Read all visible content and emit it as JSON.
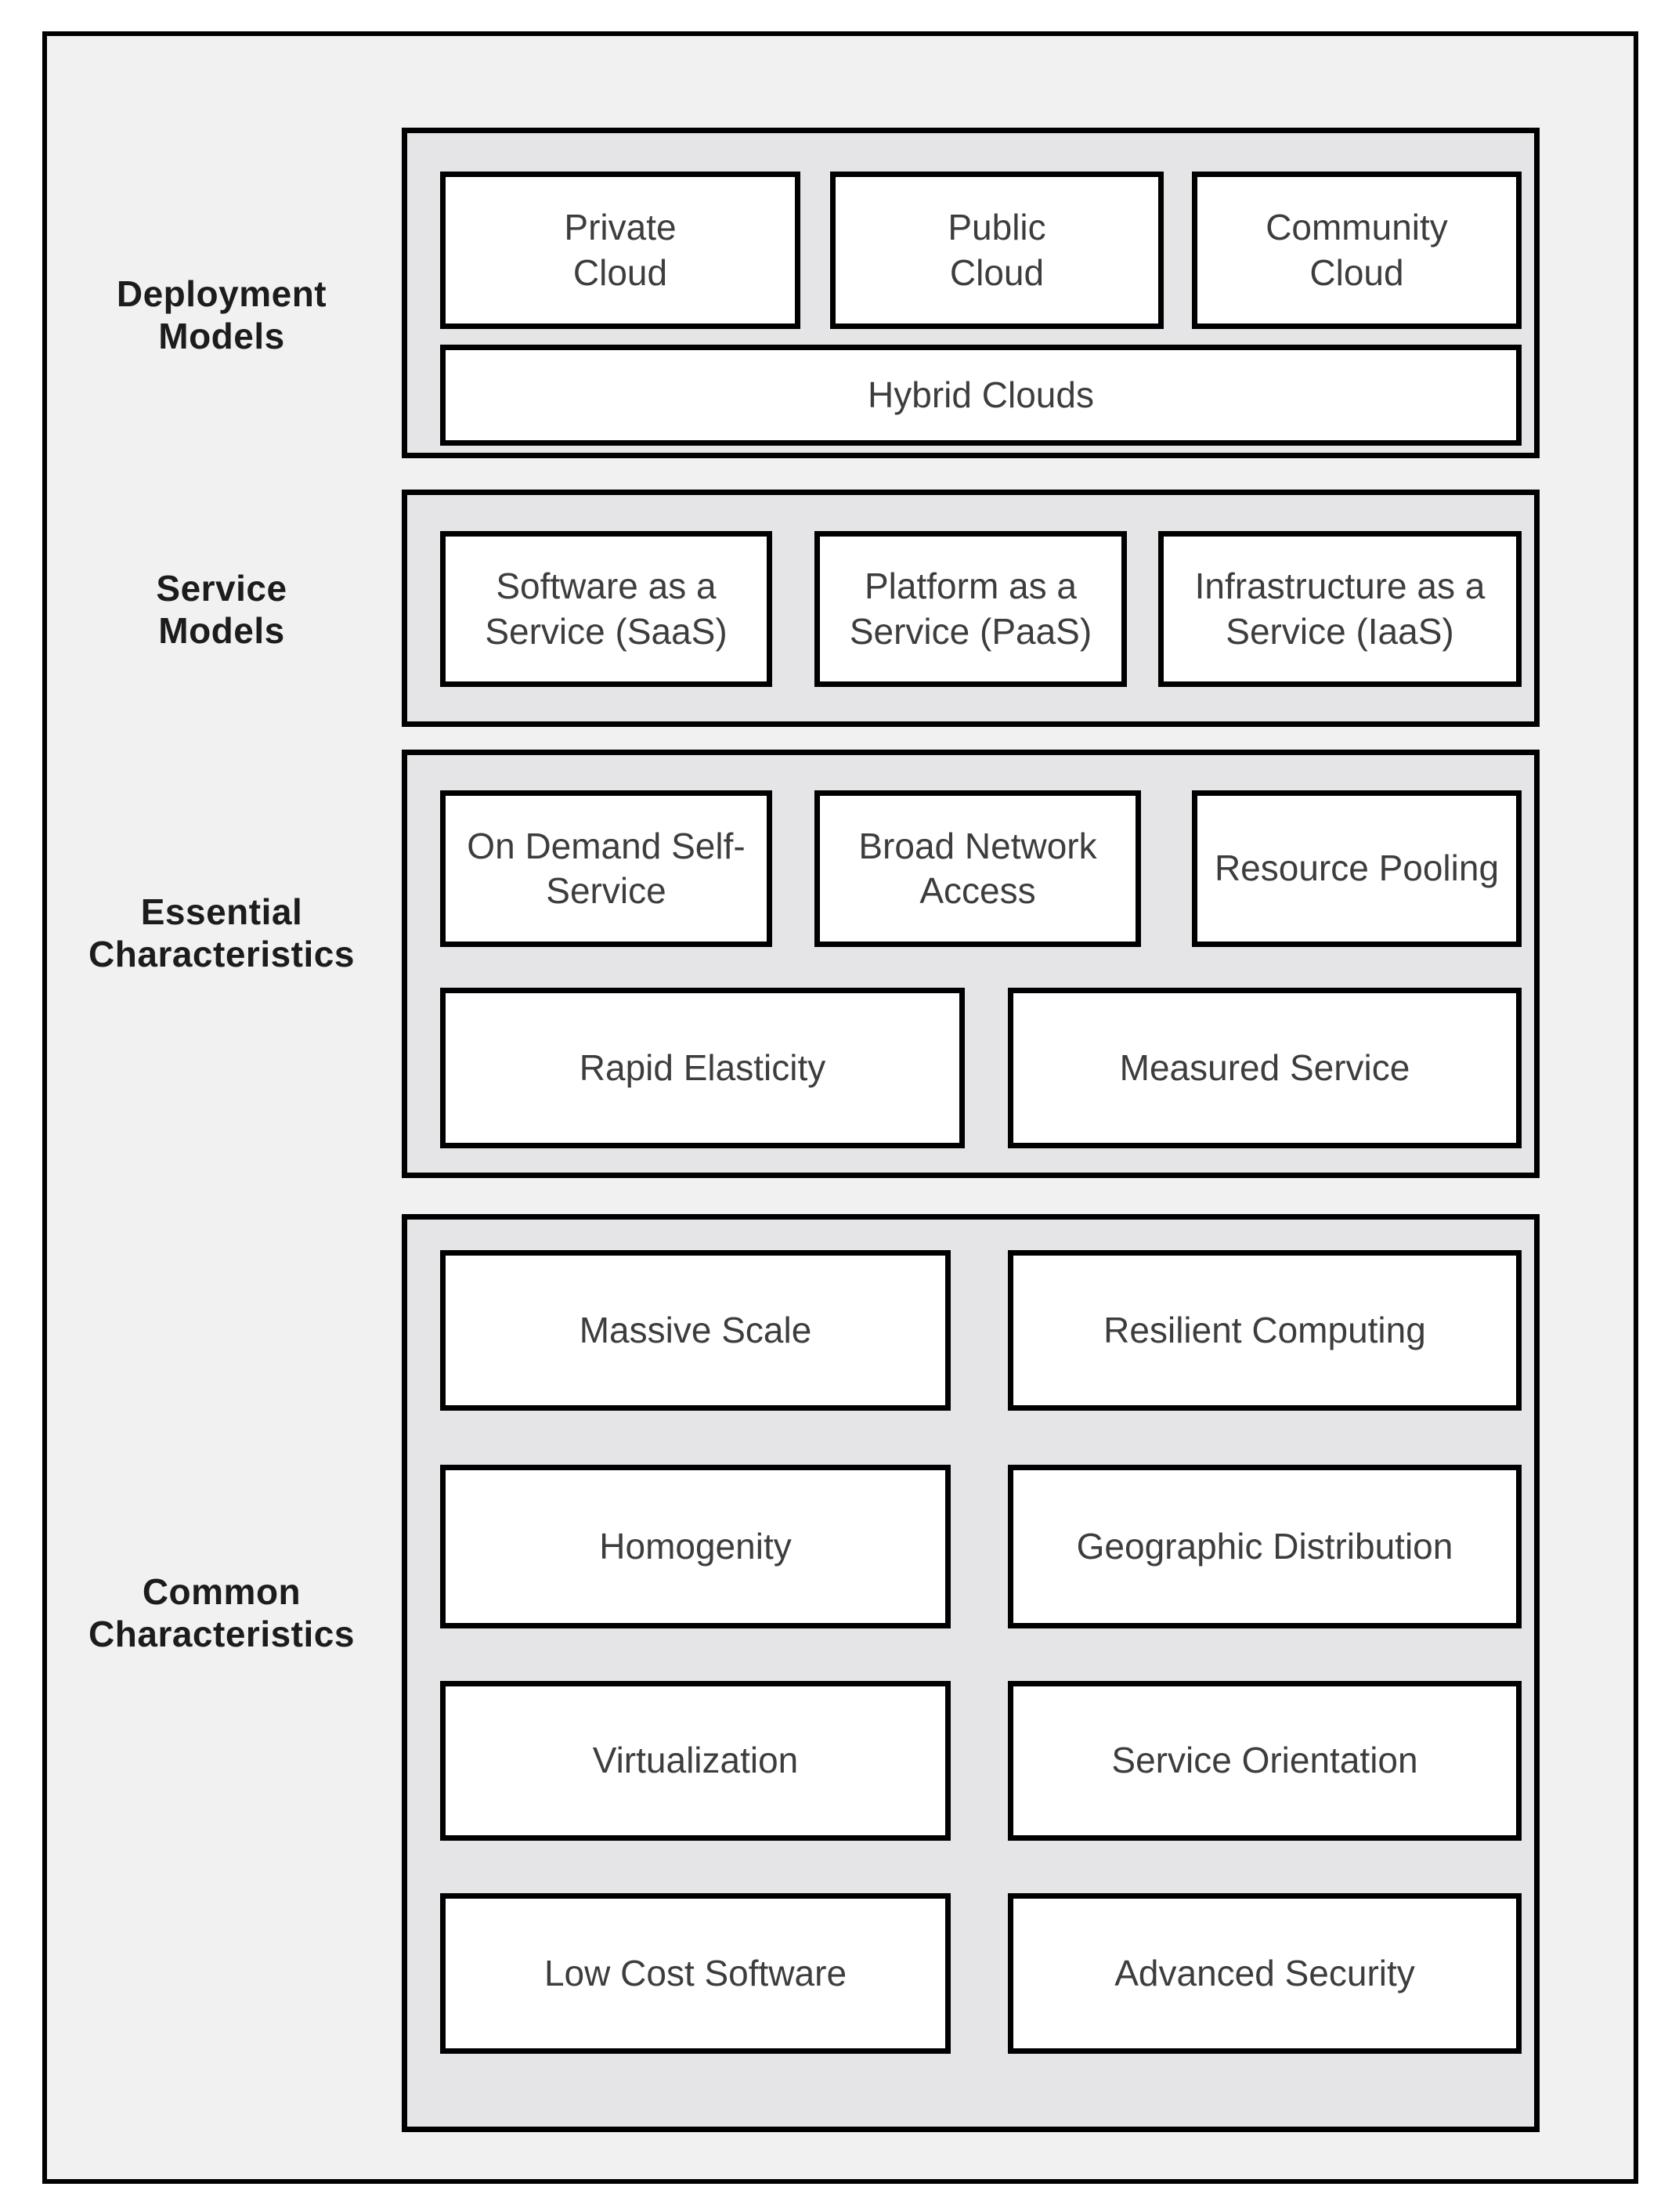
{
  "palette": {
    "page_bg": "#ffffff",
    "frame_bg": "#f1f1f2",
    "section_bg": "#e5e5e7",
    "box_bg": "#ffffff",
    "border": "#000000",
    "row_label_text": "#1c1c1c",
    "box_text": "#3d3d3d"
  },
  "rows": [
    {
      "id": "deployment-models",
      "label_lines": [
        "Deployment",
        "Models"
      ],
      "boxes": [
        {
          "id": "private-cloud",
          "lines": [
            "Private",
            "Cloud"
          ]
        },
        {
          "id": "public-cloud",
          "lines": [
            "Public",
            "Cloud"
          ]
        },
        {
          "id": "community-cloud",
          "lines": [
            "Community",
            "Cloud"
          ]
        },
        {
          "id": "hybrid-clouds",
          "lines": [
            "Hybrid Clouds"
          ]
        }
      ]
    },
    {
      "id": "service-models",
      "label_lines": [
        "Service",
        "Models"
      ],
      "boxes": [
        {
          "id": "saas",
          "lines": [
            "Software as a",
            "Service (SaaS)"
          ]
        },
        {
          "id": "paas",
          "lines": [
            "Platform as a",
            "Service (PaaS)"
          ]
        },
        {
          "id": "iaas",
          "lines": [
            "Infrastructure as a",
            "Service (IaaS)"
          ]
        }
      ]
    },
    {
      "id": "essential-characteristics",
      "label_lines": [
        "Essential",
        "Characteristics"
      ],
      "boxes": [
        {
          "id": "on-demand-self-service",
          "lines": [
            "On Demand Self-",
            "Service"
          ]
        },
        {
          "id": "broad-network-access",
          "lines": [
            "Broad Network",
            "Access"
          ]
        },
        {
          "id": "resource-pooling",
          "lines": [
            "Resource Pooling"
          ]
        },
        {
          "id": "rapid-elasticity",
          "lines": [
            "Rapid Elasticity"
          ]
        },
        {
          "id": "measured-service",
          "lines": [
            "Measured Service"
          ]
        }
      ]
    },
    {
      "id": "common-characteristics",
      "label_lines": [
        "Common",
        "Characteristics"
      ],
      "boxes": [
        {
          "id": "massive-scale",
          "lines": [
            "Massive Scale"
          ]
        },
        {
          "id": "resilient-computing",
          "lines": [
            "Resilient Computing"
          ]
        },
        {
          "id": "homogenity",
          "lines": [
            "Homogenity"
          ]
        },
        {
          "id": "geographic-distribution",
          "lines": [
            "Geographic Distribution"
          ]
        },
        {
          "id": "virtualization",
          "lines": [
            "Virtualization"
          ]
        },
        {
          "id": "service-orientation",
          "lines": [
            "Service Orientation"
          ]
        },
        {
          "id": "low-cost-software",
          "lines": [
            "Low Cost Software"
          ]
        },
        {
          "id": "advanced-security",
          "lines": [
            "Advanced Security"
          ]
        }
      ]
    }
  ]
}
